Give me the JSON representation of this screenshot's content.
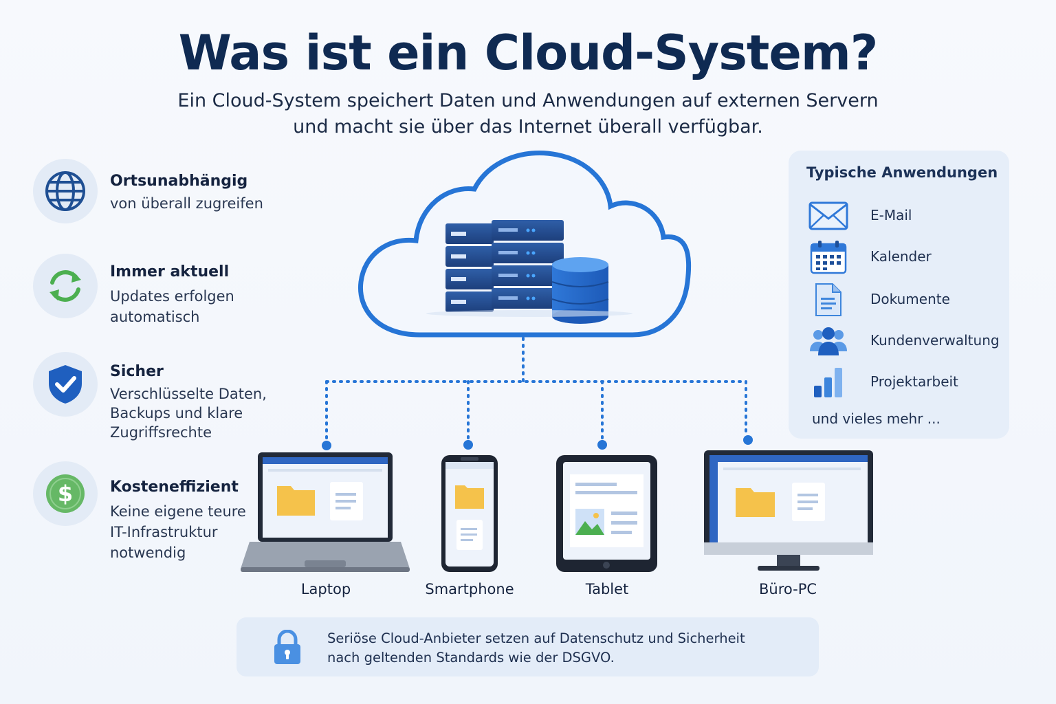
{
  "header": {
    "title": "Was ist ein Cloud-System?",
    "subtitle_line1": "Ein Cloud-System speichert Daten und Anwendungen auf externen Servern",
    "subtitle_line2": "und macht sie über das Internet überall verfügbar."
  },
  "features": [
    {
      "title": "Ortsunabhängig",
      "desc": "von überall zugreifen",
      "icon": "globe-icon"
    },
    {
      "title": "Immer aktuell",
      "desc": "Updates erfolgen automatisch",
      "icon": "sync-icon"
    },
    {
      "title": "Sicher",
      "desc": "Verschlüsselte Daten, Backups und klare Zugriffsrechte",
      "icon": "shield-check-icon"
    },
    {
      "title": "Kosteneffizient",
      "desc": "Keine eigene teure IT-Infrastruktur notwendig",
      "icon": "dollar-icon"
    }
  ],
  "applications": {
    "title": "Typische Anwendungen",
    "items": [
      {
        "label": "E-Mail",
        "icon": "mail-icon"
      },
      {
        "label": "Kalender",
        "icon": "calendar-icon"
      },
      {
        "label": "Dokumente",
        "icon": "document-icon"
      },
      {
        "label": "Kundenverwaltung",
        "icon": "users-icon"
      },
      {
        "label": "Projektarbeit",
        "icon": "bar-chart-icon"
      }
    ],
    "more": "und vieles mehr ..."
  },
  "devices": [
    "Laptop",
    "Smartphone",
    "Tablet",
    "Büro-PC"
  ],
  "note": {
    "line1": "Seriöse Cloud-Anbieter setzen auf Datenschutz und Sicherheit",
    "line2": "nach geltenden Standards wie der DSGVO.",
    "icon": "lock-icon"
  },
  "colors": {
    "primary": "#1f6fd1",
    "navy": "#0f2a52",
    "green": "#4caf50",
    "folder": "#f5c24b",
    "panel": "#e6eef9"
  }
}
